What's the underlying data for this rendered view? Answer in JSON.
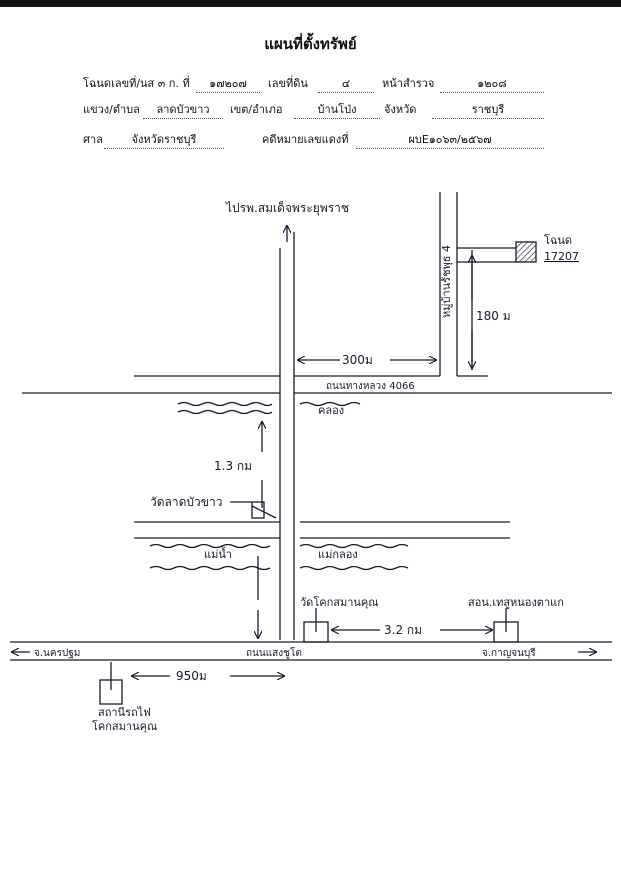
{
  "header": {
    "title": "แผนที่ตั้งทรัพย์",
    "row1": {
      "deed_label": "โฉนดเลขที่/นส ๓ ก. ที่",
      "deed_value": "๑๗๒๐๗",
      "land_no_label": "เลขที่ดิน",
      "land_no_value": "๔",
      "survey_page_label": "หน้าสำรวจ",
      "survey_page_value": "๑๒๐๘"
    },
    "row2": {
      "subdistrict_label": "แขวง/ตำบล",
      "subdistrict_value": "ลาดบัวขาว",
      "district_label": "เขต/อำเภอ",
      "district_value": "บ้านโป่ง",
      "province_label": "จังหวัด",
      "province_value": "ราชบุรี"
    },
    "row3": {
      "court_label": "ศาล",
      "court_value": "จังหวัดราชบุรี",
      "case_label": "คดีหมายเลขแดงที่",
      "case_value": "ผบE๑๐๖๓/๒๕๖๗"
    }
  },
  "map": {
    "to_north": "ไปรพ.สมเด็จพระยุพราช",
    "soi_label": "หมู่บ้านรัชพุธ 4",
    "property_label": "โฉนด",
    "property_no": "17207",
    "dist_180": "180 ม",
    "dist_300": "300ม",
    "highway_label": "ถนนทางหลวง 4066",
    "canal_top": "คลอง",
    "dist_13km": "1.3 กม",
    "temple_lat": "วัดลาดบัวขาว",
    "river_left": "แม่น้ำ",
    "river_right": "แม่กลอง",
    "temple_kok": "วัดโคกสมานคุณ",
    "dist_32km": "3.2 กม",
    "health_center": "สอน.เทสูหนองตาแก",
    "road_left": "จ.นครปฐม",
    "road_center": "ถนนแสงชูโต",
    "road_right": "จ.กาญจนบุรี",
    "dist_950": "950ม",
    "station_line1": "สถานีรถไฟ",
    "station_line2": "โคกสมานคุณ"
  }
}
